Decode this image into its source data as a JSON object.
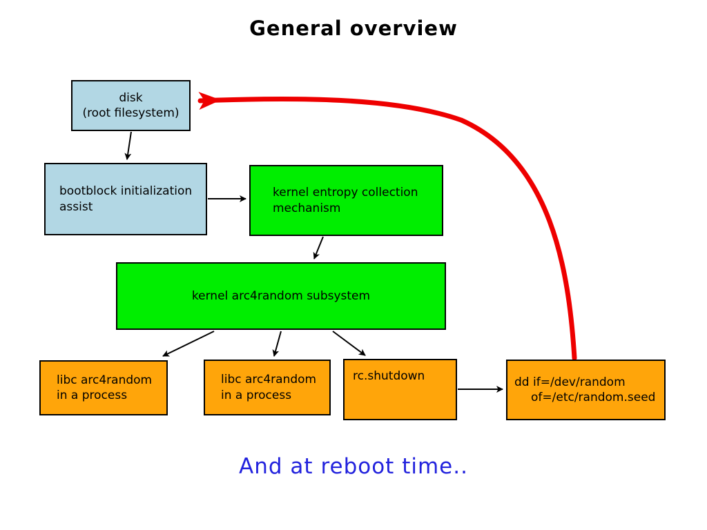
{
  "title": "General overview",
  "footer": "And at reboot time..",
  "colors": {
    "box_blue": "#b2d7e4",
    "box_green": "#00ee00",
    "box_orange": "#ffa50a",
    "red_arrow": "#ee0000",
    "footer_blue": "#2222dd",
    "text": "#000000",
    "background": "#ffffff"
  },
  "nodes": {
    "disk": {
      "line1": "disk",
      "line2": "(root filesystem)"
    },
    "bootblock": {
      "line1": "bootblock initialization",
      "line2": "assist"
    },
    "entropy": {
      "line1": "kernel entropy collection",
      "line2": "mechanism"
    },
    "arc4": {
      "label": "kernel arc4random subsystem"
    },
    "libc1": {
      "line1": "libc arc4random",
      "line2": "in a process"
    },
    "libc2": {
      "line1": "libc arc4random",
      "line2": "in a process"
    },
    "rcshutdown": {
      "label": "rc.shutdown"
    },
    "dd": {
      "line1": "dd if=/dev/random",
      "line2": "of=/etc/random.seed"
    }
  },
  "edges": [
    {
      "name": "disk-to-bootblock",
      "style": "black"
    },
    {
      "name": "bootblock-to-entropy",
      "style": "black"
    },
    {
      "name": "entropy-to-arc4",
      "style": "black"
    },
    {
      "name": "arc4-to-libc1",
      "style": "black"
    },
    {
      "name": "arc4-to-libc2",
      "style": "black"
    },
    {
      "name": "arc4-to-rcshutdown",
      "style": "black"
    },
    {
      "name": "rcshutdown-to-dd",
      "style": "black"
    },
    {
      "name": "dd-to-disk-reboot-loop",
      "style": "red-thick"
    }
  ]
}
